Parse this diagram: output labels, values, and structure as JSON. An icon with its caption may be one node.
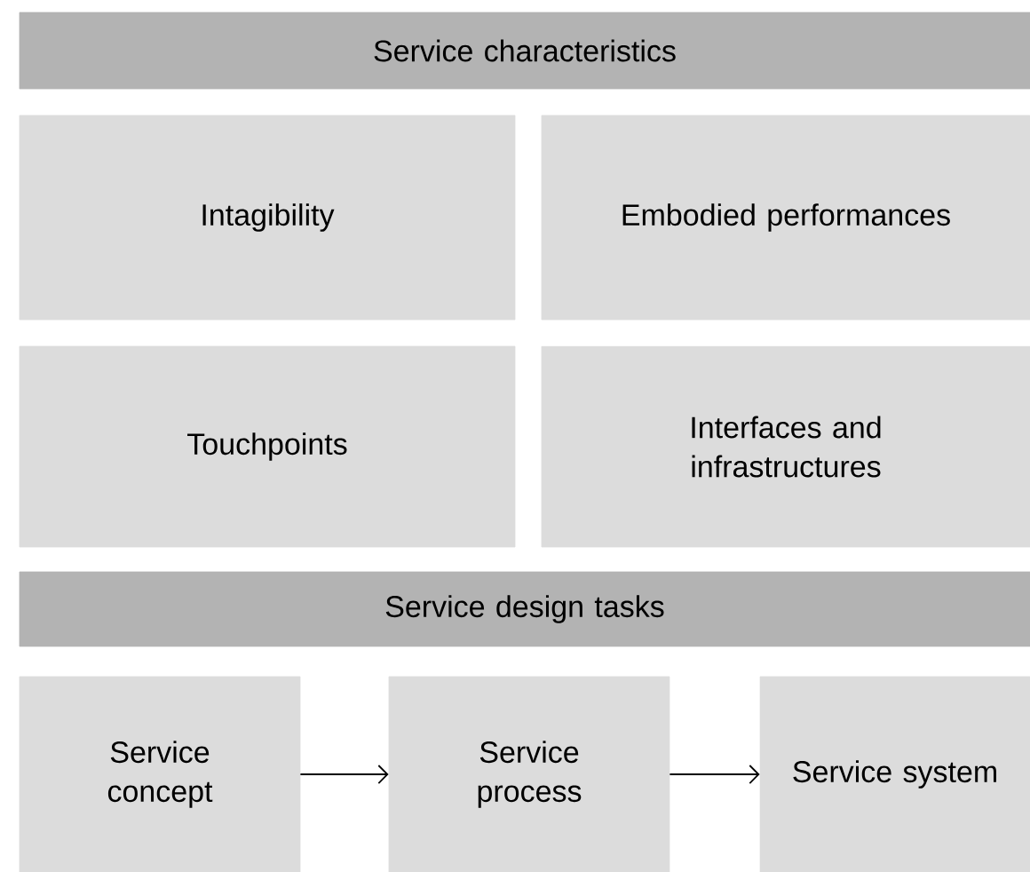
{
  "diagram": {
    "nodes": [
      {
        "text": [
          "Service characteristics"
        ]
      },
      {
        "text": [
          "Intagibility"
        ]
      },
      {
        "text": [
          "Embodied performances"
        ]
      },
      {
        "text": [
          "Touchpoints"
        ]
      },
      {
        "text": [
          "Interfaces and infrastructures"
        ]
      },
      {
        "text": [
          "Service design tasks"
        ]
      },
      {
        "text": [
          "Service concept"
        ]
      },
      {
        "text": [
          "Service process"
        ]
      },
      {
        "text": [
          "Service system"
        ]
      }
    ],
    "edges": [
      {
        "from": 6,
        "to": 7,
        "arrow": "to"
      },
      {
        "from": 7,
        "to": 8,
        "arrow": "to"
      }
    ]
  }
}
